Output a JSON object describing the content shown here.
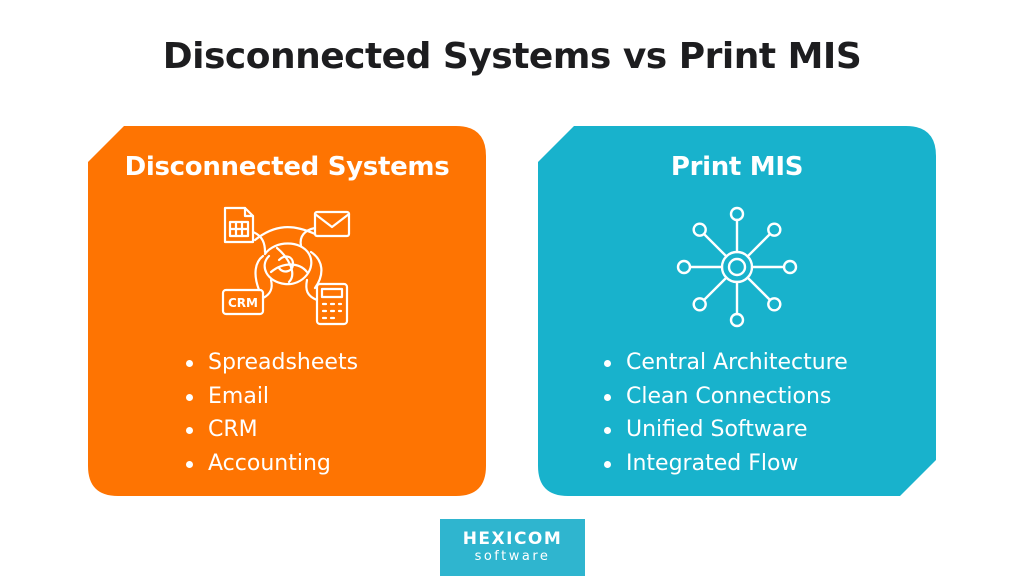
{
  "title": "Disconnected Systems vs Print MIS",
  "colors": {
    "left_card": "#fe7402",
    "right_card": "#18b2cc",
    "logo_bg": "#2fb5cf",
    "title_text": "#1d1d1f"
  },
  "left_card": {
    "title": "Disconnected Systems",
    "icon": "tangled-systems-icon",
    "crm_label": "CRM",
    "bullets": [
      "Spreadsheets",
      "Email",
      "CRM",
      "Accounting"
    ]
  },
  "right_card": {
    "title": "Print MIS",
    "icon": "hub-network-icon",
    "bullets": [
      "Central Architecture",
      "Clean Connections",
      "Unified Software",
      "Integrated Flow"
    ]
  },
  "logo": {
    "name": "HEXICOM",
    "tagline": "software"
  }
}
